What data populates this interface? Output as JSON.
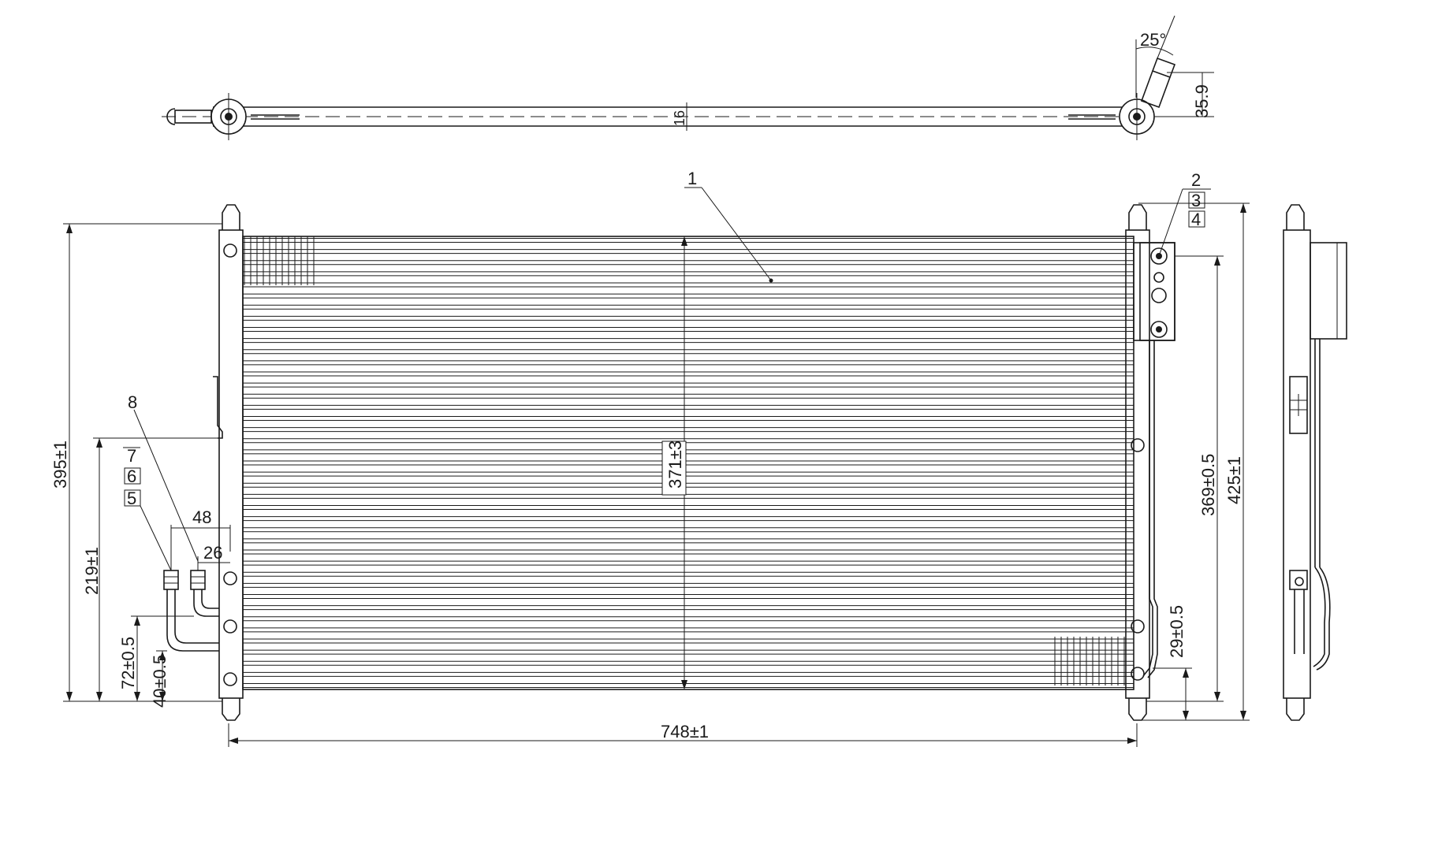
{
  "part_labels": [
    "1",
    "2",
    "3",
    "4",
    "5",
    "6",
    "7",
    "8"
  ],
  "dimensions": {
    "top_angle": "25°",
    "top_height": "35.9",
    "top_thickness": "16",
    "width": "748±1",
    "left_height": "395±1",
    "core_height": "371±3",
    "right_height_1": "369±0.5",
    "right_height_2": "425±1",
    "left_pipe_height": "219±1",
    "left_pipe_low_1": "72±0.5",
    "left_pipe_low_2": "40±0.5",
    "right_pipe_low": "29±0.5",
    "pipe_spacing_1": "48",
    "pipe_spacing_2": "26"
  },
  "core": {
    "tube_count": 41
  }
}
